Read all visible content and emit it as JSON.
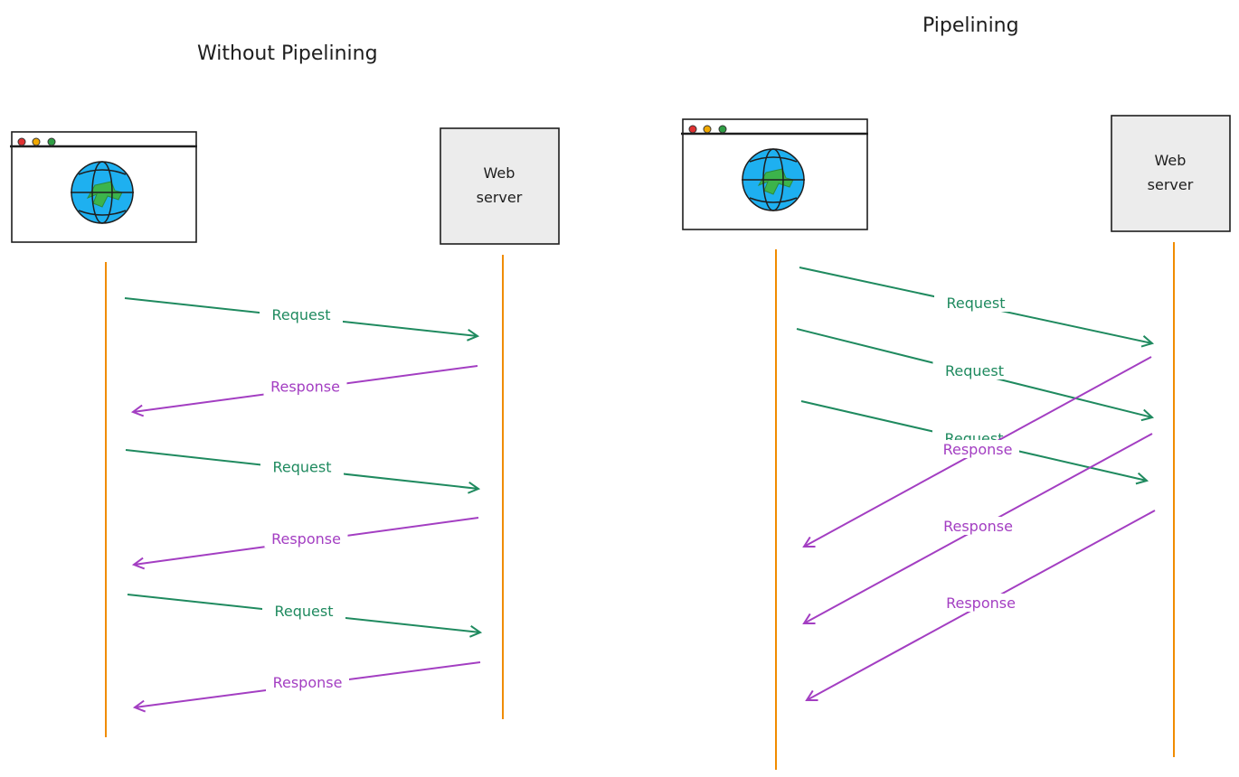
{
  "diagram": {
    "left": {
      "title": "Without Pipelining",
      "server_label_line1": "Web",
      "server_label_line2": "server",
      "messages": [
        {
          "type": "request",
          "label": "Request"
        },
        {
          "type": "response",
          "label": "Response"
        },
        {
          "type": "request",
          "label": "Request"
        },
        {
          "type": "response",
          "label": "Response"
        },
        {
          "type": "request",
          "label": "Request"
        },
        {
          "type": "response",
          "label": "Response"
        }
      ]
    },
    "right": {
      "title": "Pipelining",
      "server_label_line1": "Web",
      "server_label_line2": "server",
      "messages": [
        {
          "type": "request",
          "label": "Request"
        },
        {
          "type": "request",
          "label": "Request"
        },
        {
          "type": "request",
          "label": "Request"
        },
        {
          "type": "response",
          "label": "Response"
        },
        {
          "type": "response",
          "label": "Response"
        },
        {
          "type": "response",
          "label": "Response"
        }
      ]
    },
    "colors": {
      "request": "#1f8a5f",
      "response": "#a33ec2",
      "lifeline": "#f08c00",
      "server_fill": "#ececec",
      "globe": "#1eb0f0",
      "land": "#3cb44b",
      "dot_red": "#e03131",
      "dot_yellow": "#f0a800",
      "dot_green": "#2f9e44"
    }
  }
}
